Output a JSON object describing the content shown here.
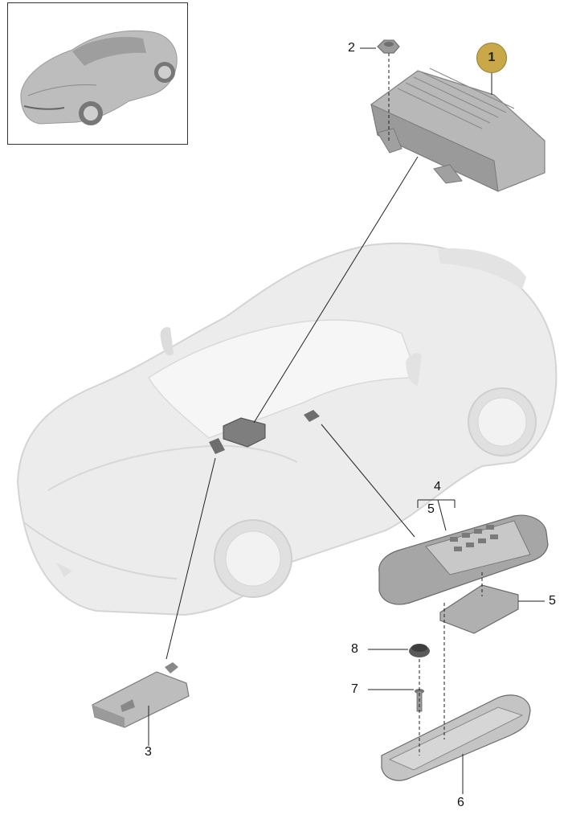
{
  "diagram": {
    "badge_label": "1",
    "callouts": {
      "p2": "2",
      "p3": "3",
      "p4": "4",
      "p5_bracket": "5",
      "p5_side": "5",
      "p6": "6",
      "p7": "7",
      "p8": "8"
    },
    "colors": {
      "badge_fill": "#c9a84a",
      "part_gray": "#a8a8a8",
      "car_ghost": "#e9e9e9",
      "leader_line": "#222222"
    }
  }
}
